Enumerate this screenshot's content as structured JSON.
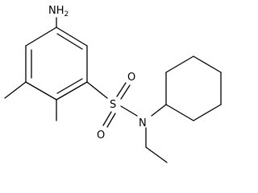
{
  "atoms": {
    "nh2": {
      "symbol": "NH",
      "subscript": "2"
    },
    "sulfur": {
      "symbol": "S"
    },
    "oxygen_left": {
      "symbol": "O"
    },
    "oxygen_right": {
      "symbol": "O"
    },
    "nitrogen": {
      "symbol": "N"
    }
  },
  "colors": {
    "bond": "#000000",
    "label": "#000000",
    "background": "#ffffff"
  }
}
